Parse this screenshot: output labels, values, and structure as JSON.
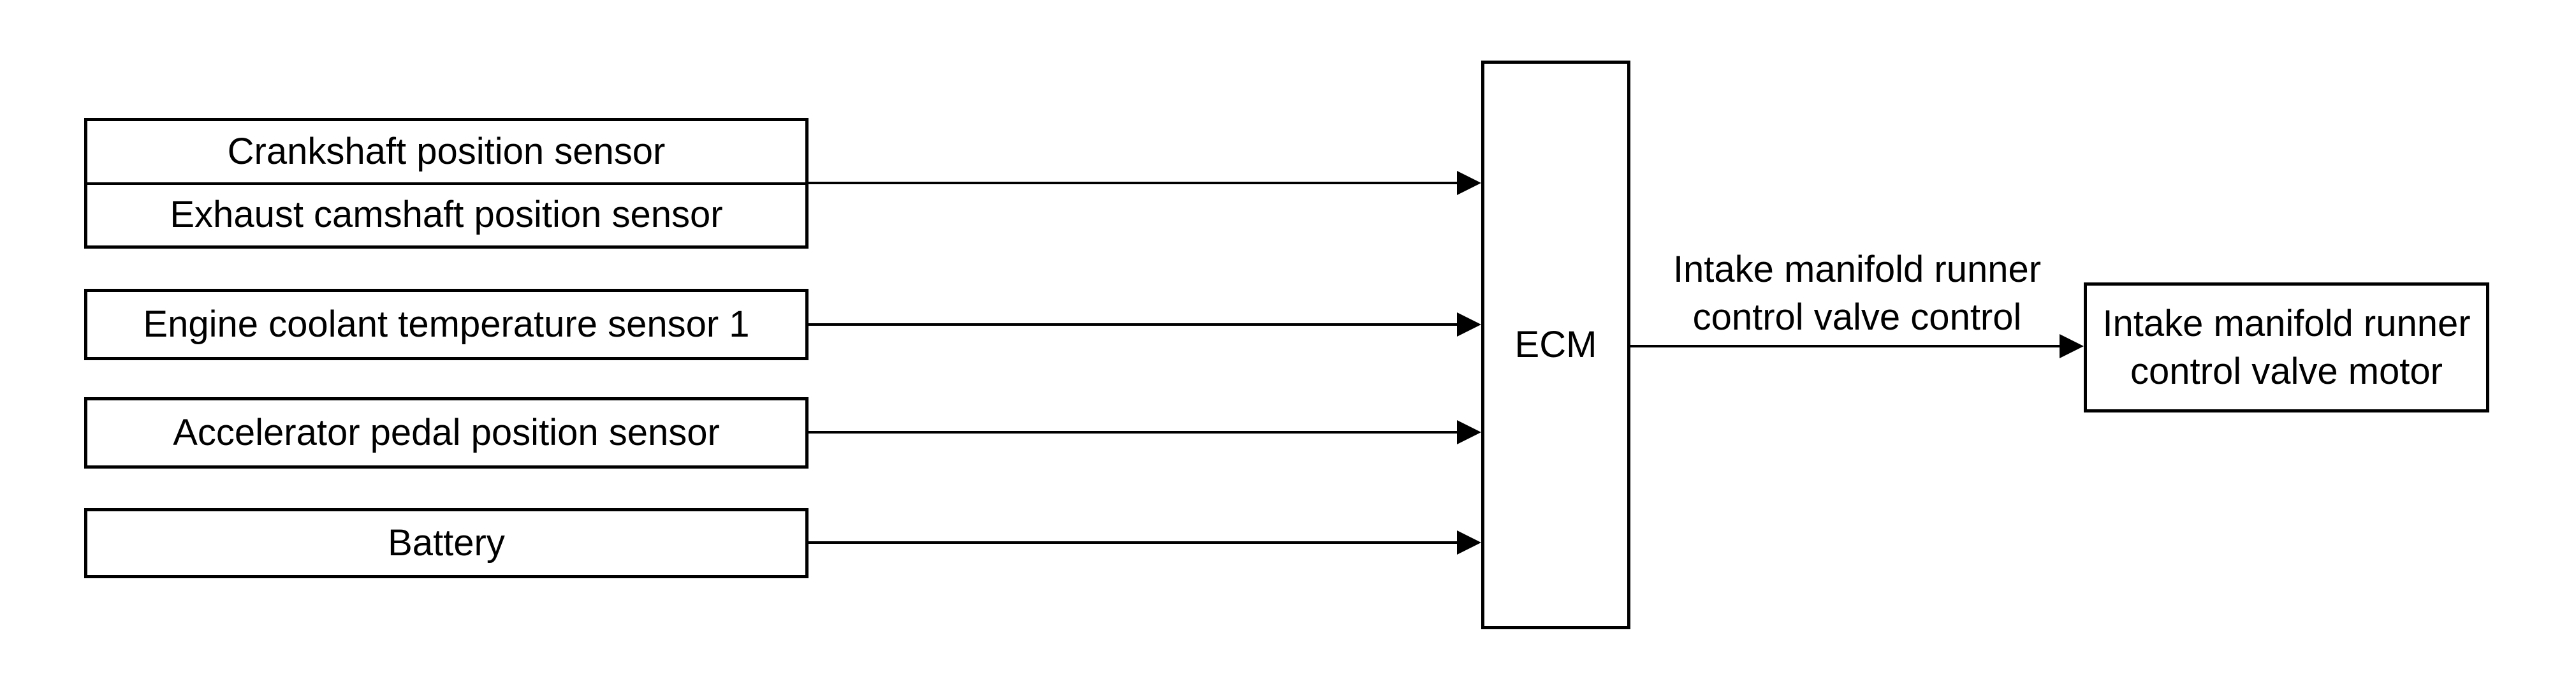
{
  "diagram": {
    "bg_color": "#ffffff",
    "stroke_color": "#000000",
    "input_boxes": [
      {
        "rows": [
          "Crankshaft position sensor",
          "Exhaust camshaft position sensor"
        ]
      },
      {
        "rows": [
          "Engine coolant temperature sensor 1"
        ]
      },
      {
        "rows": [
          "Accelerator pedal position sensor"
        ]
      },
      {
        "rows": [
          "Battery"
        ]
      }
    ],
    "ecm_box": {
      "label": "ECM"
    },
    "output": {
      "arrow_label": [
        "Intake manifold runner",
        "control valve control"
      ],
      "motor_box": [
        "Intake manifold runner",
        "control valve motor"
      ]
    }
  }
}
